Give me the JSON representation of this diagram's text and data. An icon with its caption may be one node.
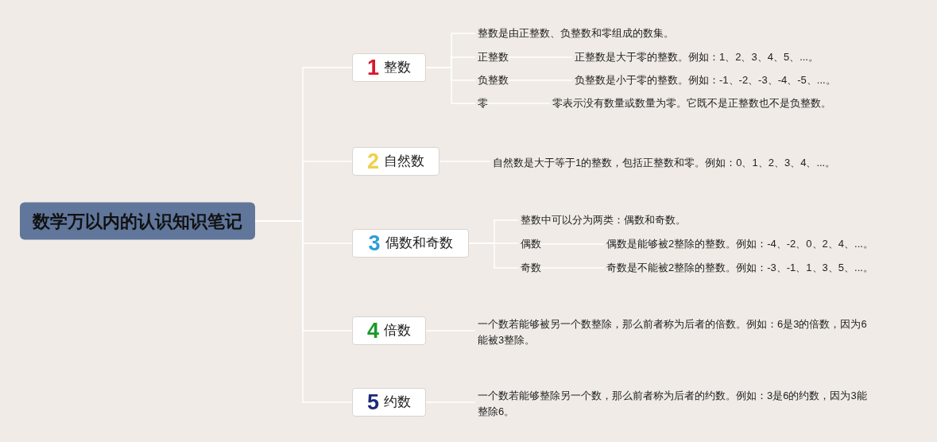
{
  "diagram": {
    "nodes": [
      {
        "text": [
          "数学万以内的认识知识笔记"
        ]
      },
      {
        "text": [
          "1",
          "整数"
        ]
      },
      {
        "text": [
          "整数是由正整数、负整数和零组成的数集。"
        ]
      },
      {
        "text": [
          "正整数"
        ]
      },
      {
        "text": [
          "正整数是大于零的整数。例如：1、2、3、4、5、...。"
        ]
      },
      {
        "text": [
          "负整数"
        ]
      },
      {
        "text": [
          "负整数是小于零的整数。例如：-1、-2、-3、-4、-5、...。"
        ]
      },
      {
        "text": [
          "零"
        ]
      },
      {
        "text": [
          "零表示没有数量或数量为零。它既不是正整数也不是负整数。"
        ]
      },
      {
        "text": [
          "2",
          "自然数"
        ]
      },
      {
        "text": [
          "自然数是大于等于1的整数，包括正整数和零。例如：0、1、2、3、4、...。"
        ]
      },
      {
        "text": [
          "3",
          "偶数和奇数"
        ]
      },
      {
        "text": [
          "整数中可以分为两类：偶数和奇数。"
        ]
      },
      {
        "text": [
          "偶数"
        ]
      },
      {
        "text": [
          "偶数是能够被2整除的整数。例如：-4、-2、0、2、4、...。"
        ]
      },
      {
        "text": [
          "奇数"
        ]
      },
      {
        "text": [
          "奇数是不能被2整除的整数。例如：-3、-1、1、3、5、...。"
        ]
      },
      {
        "text": [
          "4",
          "倍数"
        ]
      },
      {
        "text": [
          "一个数若能够被另一个数整除，那么前者称为后者的倍数。例如：6是3的倍数，因为6能被3整除。"
        ]
      },
      {
        "text": [
          "5",
          "约数"
        ]
      },
      {
        "text": [
          "一个数若能够整除另一个数，那么前者称为后者的约数。例如：3是6的约数，因为3能整除6。"
        ]
      }
    ],
    "edges": [
      {
        "from": 0,
        "to": 1,
        "arrow": "none"
      },
      {
        "from": 0,
        "to": 9,
        "arrow": "none"
      },
      {
        "from": 0,
        "to": 11,
        "arrow": "none"
      },
      {
        "from": 0,
        "to": 17,
        "arrow": "none"
      },
      {
        "from": 0,
        "to": 19,
        "arrow": "none"
      },
      {
        "from": 1,
        "to": 2,
        "arrow": "none"
      },
      {
        "from": 1,
        "to": 3,
        "arrow": "none"
      },
      {
        "from": 1,
        "to": 5,
        "arrow": "none"
      },
      {
        "from": 1,
        "to": 7,
        "arrow": "none"
      },
      {
        "from": 3,
        "to": 4,
        "arrow": "none"
      },
      {
        "from": 5,
        "to": 6,
        "arrow": "none"
      },
      {
        "from": 7,
        "to": 8,
        "arrow": "none"
      },
      {
        "from": 9,
        "to": 10,
        "arrow": "none"
      },
      {
        "from": 11,
        "to": 12,
        "arrow": "none"
      },
      {
        "from": 11,
        "to": 13,
        "arrow": "none"
      },
      {
        "from": 11,
        "to": 15,
        "arrow": "none"
      },
      {
        "from": 13,
        "to": 14,
        "arrow": "none"
      },
      {
        "from": 15,
        "to": 16,
        "arrow": "none"
      },
      {
        "from": 17,
        "to": 18,
        "arrow": "none"
      },
      {
        "from": 19,
        "to": 20,
        "arrow": "none"
      }
    ]
  }
}
